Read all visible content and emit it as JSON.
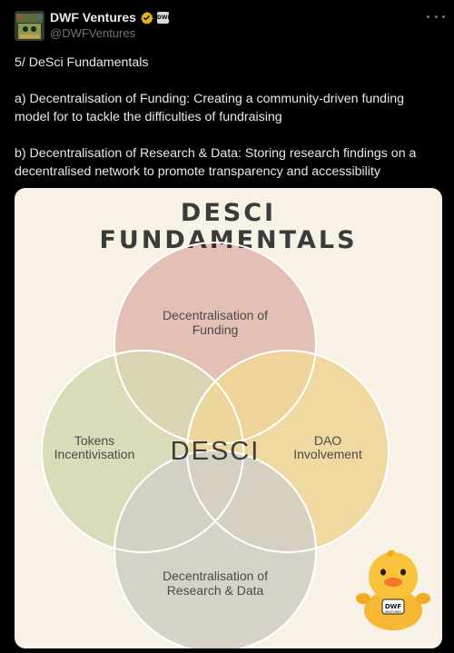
{
  "author": {
    "display_name": "DWF Ventures",
    "handle": "@DWFVentures",
    "affiliate_badge": "DWF",
    "verified_color": "#e2b719"
  },
  "tweet": {
    "lines": [
      "5/ DeSci Fundamentals",
      "",
      "a) Decentralisation of Funding: Creating a community-driven funding",
      "model for to tackle the difficulties of fundraising",
      "",
      "b) Decentralisation of Research & Data: Storing research findings on a",
      "decentralised network to promote transparency and accessibility"
    ]
  },
  "diagram": {
    "title_line1": "DESCI",
    "title_line2": "FUNDAMENTALS",
    "center_label": "DESCI",
    "circles": [
      {
        "name": "funding",
        "label": [
          "Decentralisation of",
          "Funding"
        ],
        "color": "#e8c4c3"
      },
      {
        "name": "tokens",
        "label": [
          "Tokens",
          "Incentivisation"
        ],
        "color": "#dfe6c8"
      },
      {
        "name": "dao",
        "label": [
          "DAO",
          "Involvement"
        ],
        "color": "#f6e3a8"
      },
      {
        "name": "research",
        "label": [
          "Decentralisation of",
          "Research & Data"
        ],
        "color": "#d8dcd9"
      }
    ],
    "mascot_badge": "DWF",
    "mascot_sub": "VENTURES",
    "background": "#f8f1e6"
  },
  "icons": {
    "more": "more-options-icon",
    "verified": "verified-badge-icon",
    "affiliate": "affiliate-badge-icon",
    "mascot": "duck-mascot-icon"
  }
}
